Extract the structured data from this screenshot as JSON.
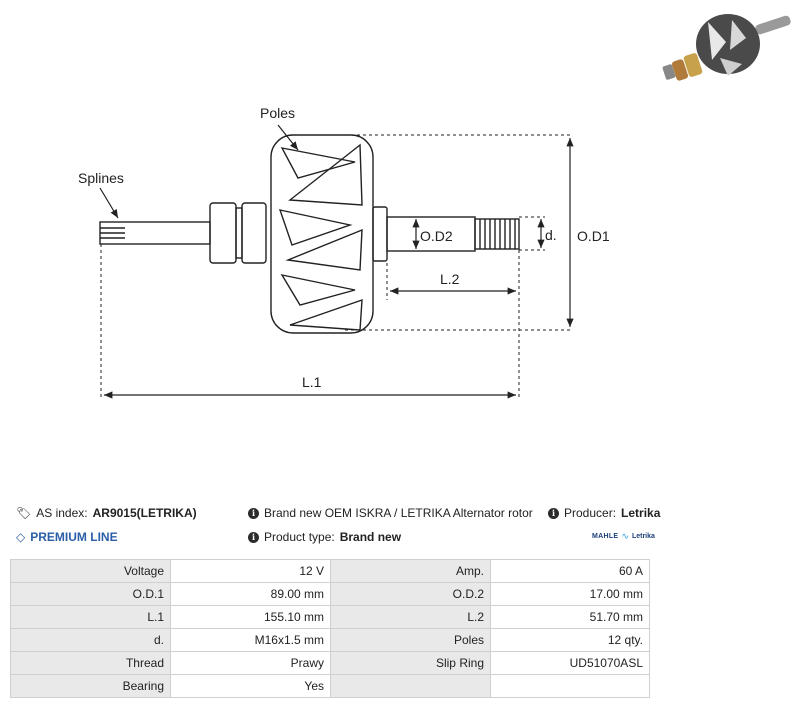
{
  "drawing": {
    "labels": {
      "poles": "Poles",
      "splines": "Splines",
      "od2": "O.D2",
      "d": "d.",
      "od1": "O.D1",
      "l2": "L.2",
      "l1": "L.1"
    }
  },
  "info": {
    "as_index_label": "AS index:",
    "as_index_value": "AR9015(LETRIKA)",
    "description": "Brand new OEM ISKRA / LETRIKA Alternator rotor",
    "producer_label": "Producer:",
    "producer_value": "Letrika",
    "premium_line": "PREMIUM LINE",
    "product_type_label": "Product type:",
    "product_type_value": "Brand new",
    "logo_mahle": "MAHLE",
    "logo_letrika": "Letrika"
  },
  "specs": [
    {
      "k1": "Voltage",
      "v1": "12 V",
      "k2": "Amp.",
      "v2": "60 A"
    },
    {
      "k1": "O.D.1",
      "v1": "89.00 mm",
      "k2": "O.D.2",
      "v2": "17.00 mm"
    },
    {
      "k1": "L.1",
      "v1": "155.10 mm",
      "k2": "L.2",
      "v2": "51.70 mm"
    },
    {
      "k1": "d.",
      "v1": "M16x1.5 mm",
      "k2": "Poles",
      "v2": "12 qty."
    },
    {
      "k1": "Thread",
      "v1": "Prawy",
      "k2": "Slip Ring",
      "v2": "UD51070ASL"
    },
    {
      "k1": "Bearing",
      "v1": "Yes",
      "k2": "",
      "v2": ""
    }
  ]
}
